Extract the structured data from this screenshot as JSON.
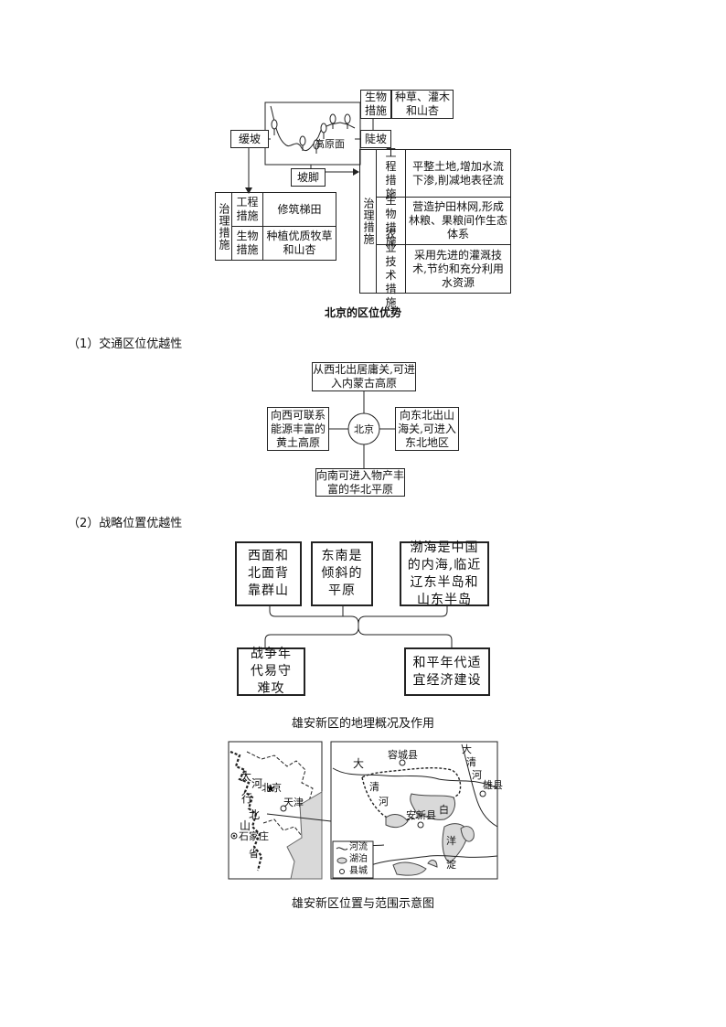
{
  "slope": {
    "bio_label": "生物措施",
    "bio_text": "种草、灌木和山杏",
    "gentle": "缓坡",
    "plateau": "高原面",
    "steep": "陡坡",
    "foot": "坡脚",
    "left_table": {
      "side": "治理措施",
      "rows": [
        {
          "type": "工程措施",
          "text": "修筑梯田"
        },
        {
          "type": "生物措施",
          "text": "种植优质牧草和山杏"
        }
      ]
    },
    "right_table": {
      "side": "治理措施",
      "rows": [
        {
          "type": "工程措施",
          "text": "平整土地,增加水流下渗,削减地表径流"
        },
        {
          "type": "生物措施",
          "text": "营造护田林网,形成林粮、果粮间作生态体系"
        },
        {
          "type": "农业技术措施",
          "text": "采用先进的灌溉技术,节约和充分利用水资源"
        }
      ]
    }
  },
  "beijing_title": "北京的区位优势",
  "transport": {
    "heading": "（1）交通区位优越性",
    "center": "北京",
    "north": "从西北出居庸关,可进入内蒙古高原",
    "west": "向西可联系能源丰富的黄土高原",
    "east": "向东北出山海关,可进入东北地区",
    "south": "向南可进入物产丰富的华北平原"
  },
  "strategy": {
    "heading": "（2）战略位置优越性",
    "top": [
      "西面和北面背靠群山",
      "东南是倾斜的平原",
      "渤海是中国的内海,临近辽东半岛和山东半岛"
    ],
    "bottom": [
      "战争年代易守难攻",
      "和平年代适宜经济建设"
    ]
  },
  "xiongan_title": "雄安新区的地理概况及作用",
  "map": {
    "left": {
      "taihang1": "太",
      "taihang2": "行",
      "taihang3": "山",
      "he": "河",
      "bei": "北",
      "sheng": "省",
      "beijing": "北京",
      "tianjin": "天津",
      "shijiazhuang": "石家庄"
    },
    "right": {
      "rongcheng": "容城县",
      "anxin": "安新县",
      "xiongxian": "雄县",
      "da": "大",
      "qing1": "清",
      "he1": "河",
      "daqing_da": "大",
      "daqing_qing": "清",
      "daqing_he": "河",
      "bai": "白",
      "yang": "洋",
      "dian": "淀"
    },
    "legend": [
      "河流",
      "湖泊",
      "县城"
    ]
  },
  "map_caption": "雄安新区位置与范围示意图"
}
